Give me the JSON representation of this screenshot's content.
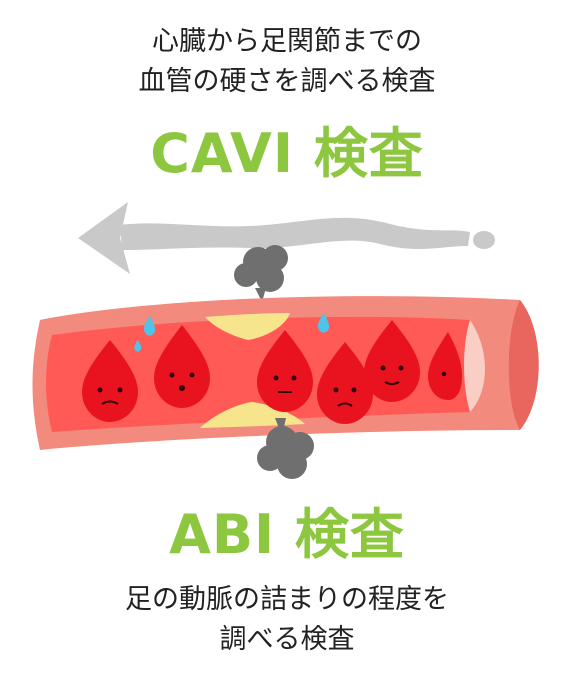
{
  "top_caption": {
    "line1": "心臓から足関節までの",
    "line2": "血管の硬さを調べる検査"
  },
  "cavi": {
    "label": "CAVI 検査"
  },
  "abi": {
    "label": "ABI 検査"
  },
  "bottom_caption": {
    "line1": "足の動脈の詰まりの程度を",
    "line2": "調べる検査"
  },
  "colors": {
    "accent_green": "#8dc63f",
    "vessel_outer": "#f28b7d",
    "vessel_inner": "#f0706a",
    "vessel_lumen": "#ff5a55",
    "plaque": "#f7e58e",
    "blood_drop": "#e8131f",
    "arrow_gray": "#c9c9c9",
    "smoke_gray": "#6f6f6f",
    "tear_blue": "#4fc3e8",
    "text_dark": "#222222"
  },
  "icons": {
    "direction_arrow": "left-arrow-icon",
    "pressure_cloud": "smoke-cloud-icon",
    "blood_cell": "blood-drop-face-icon",
    "sweat": "sweat-drop-icon"
  }
}
